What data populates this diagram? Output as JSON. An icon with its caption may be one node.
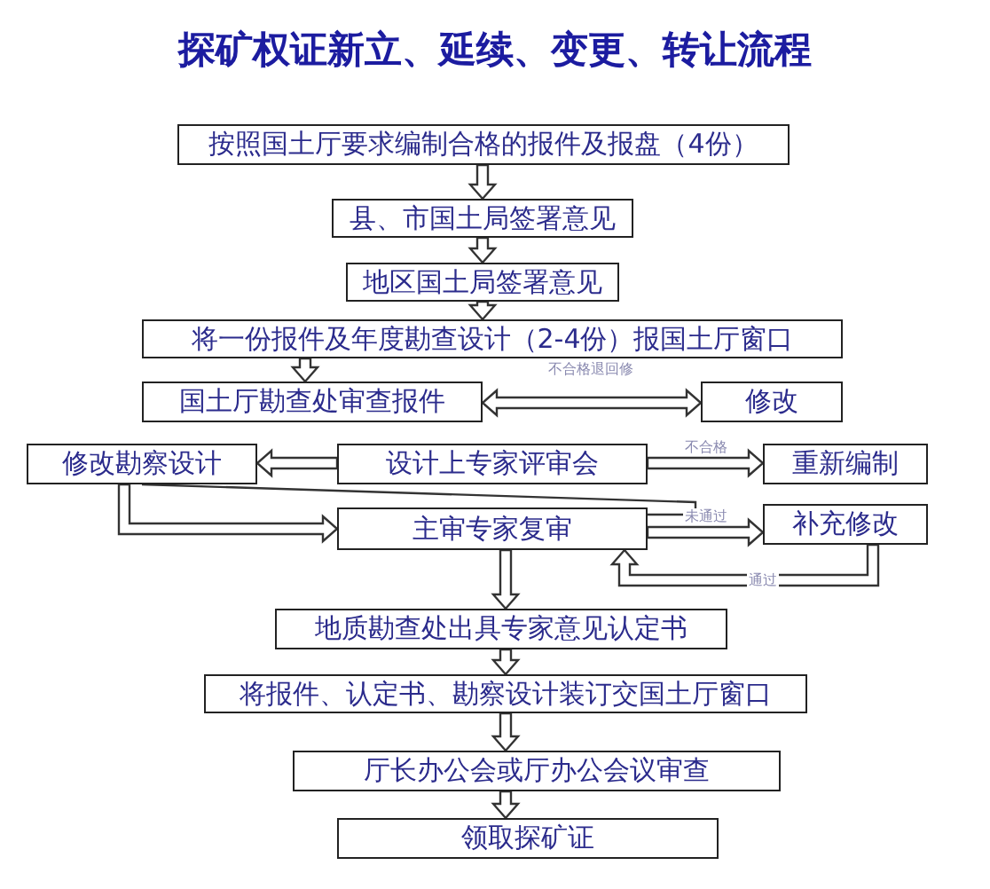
{
  "diagram": {
    "title": "探矿权证新立、延续、变更、转让流程",
    "nodes": [
      {
        "text": [
          "按照国土厅要求编制合格的报件及报盘（4份）"
        ]
      },
      {
        "text": [
          "县、市国土局签署意见"
        ]
      },
      {
        "text": [
          "地区国土局签署意见"
        ]
      },
      {
        "text": [
          "将一份报件及年度勘查设计（2-4份）报国土厅窗口"
        ]
      },
      {
        "text": [
          "国土厅勘查处审查报件"
        ]
      },
      {
        "text": [
          "修改"
        ]
      },
      {
        "text": [
          "修改勘察设计"
        ]
      },
      {
        "text": [
          "设计上专家评审会"
        ]
      },
      {
        "text": [
          "重新编制"
        ]
      },
      {
        "text": [
          "主审专家复审"
        ]
      },
      {
        "text": [
          "补充修改"
        ]
      },
      {
        "text": [
          "地质勘查处出具专家意见认定书"
        ]
      },
      {
        "text": [
          "将报件、认定书、勘察设计装订交国土厅窗口"
        ]
      },
      {
        "text": [
          "厅长办公会或厅办公会议审查"
        ]
      },
      {
        "text": [
          "领取探矿证"
        ]
      }
    ],
    "edges": [
      {
        "from": 0,
        "to": 1,
        "arrow": "to"
      },
      {
        "from": 1,
        "to": 2,
        "arrow": "to"
      },
      {
        "from": 2,
        "to": 3,
        "arrow": "to"
      },
      {
        "from": 3,
        "to": 4,
        "arrow": "to"
      },
      {
        "from": 4,
        "to": 5,
        "arrow": "both",
        "label": "不合格退回修"
      },
      {
        "from": 7,
        "to": 6,
        "arrow": "to"
      },
      {
        "from": 7,
        "to": 8,
        "arrow": "to",
        "label": "不合格"
      },
      {
        "from": 6,
        "to": 9,
        "arrow": "to"
      },
      {
        "from": 9,
        "to": 10,
        "arrow": "to",
        "label": "未通过"
      },
      {
        "from": 10,
        "to": 9,
        "arrow": "to",
        "label": "通过"
      },
      {
        "from": 9,
        "to": 6,
        "arrow": "none"
      },
      {
        "from": 9,
        "to": 11,
        "arrow": "to"
      },
      {
        "from": 11,
        "to": 12,
        "arrow": "to"
      },
      {
        "from": 12,
        "to": 13,
        "arrow": "to"
      },
      {
        "from": 13,
        "to": 14,
        "arrow": "to"
      }
    ]
  }
}
